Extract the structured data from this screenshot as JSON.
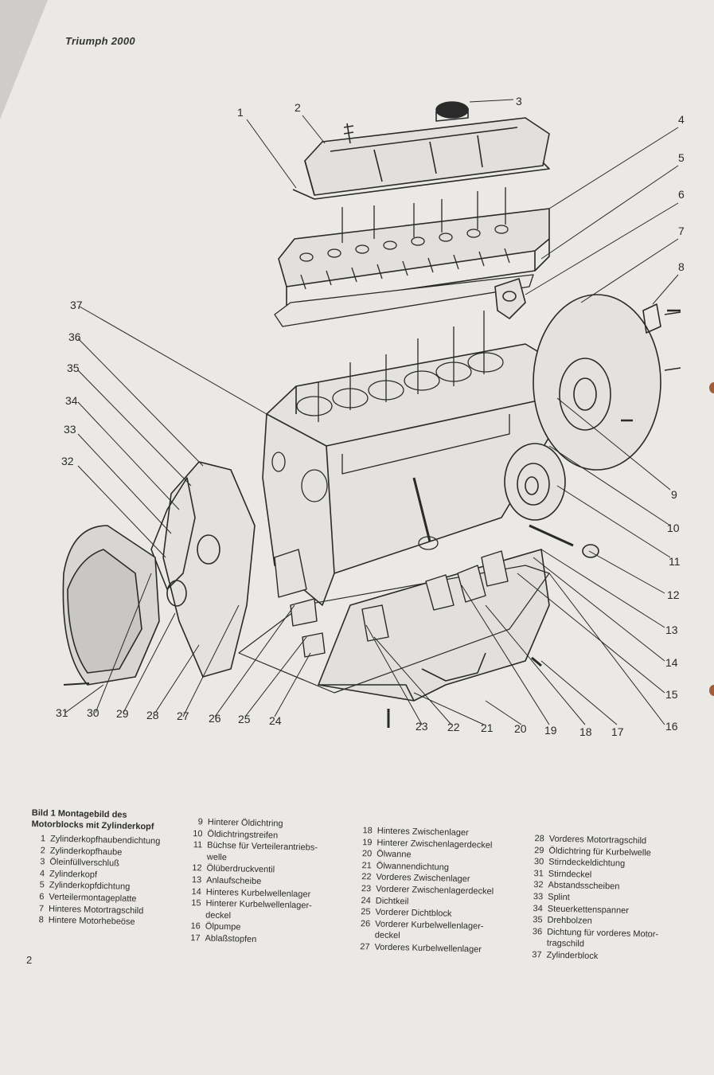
{
  "header": {
    "title": "Triumph 2000"
  },
  "page_number": "2",
  "caption": {
    "line1": "Bild 1   Montagebild des",
    "line2": "Motorblocks mit Zylinderkopf"
  },
  "callouts": [
    "1",
    "2",
    "3",
    "4",
    "5",
    "6",
    "7",
    "8",
    "9",
    "10",
    "11",
    "12",
    "13",
    "14",
    "15",
    "16",
    "17",
    "18",
    "19",
    "20",
    "21",
    "22",
    "23",
    "24",
    "25",
    "26",
    "27",
    "28",
    "29",
    "30",
    "31",
    "32",
    "33",
    "34",
    "35",
    "36",
    "37"
  ],
  "legend": {
    "col1": [
      {
        "n": "1",
        "t": "Zylinderkopfhaubendichtung"
      },
      {
        "n": "2",
        "t": "Zylinderkopfhaube"
      },
      {
        "n": "3",
        "t": "Öleinfüllverschluß"
      },
      {
        "n": "4",
        "t": "Zylinderkopf"
      },
      {
        "n": "5",
        "t": "Zylinderkopfdichtung"
      },
      {
        "n": "6",
        "t": "Verteilermontageplatte"
      },
      {
        "n": "7",
        "t": "Hinteres Motortragschild"
      },
      {
        "n": "8",
        "t": "Hintere Motorhebeöse"
      }
    ],
    "col2": [
      {
        "n": "9",
        "t": "Hinterer Öldichtring"
      },
      {
        "n": "10",
        "t": "Öldichtringstreifen"
      },
      {
        "n": "11",
        "t": "Büchse für Verteilerantriebs-"
      },
      {
        "n": "",
        "t": "welle"
      },
      {
        "n": "12",
        "t": "Ölüberdruckventil"
      },
      {
        "n": "13",
        "t": "Anlaufscheibe"
      },
      {
        "n": "14",
        "t": "Hinteres Kurbelwellenlager"
      },
      {
        "n": "15",
        "t": "Hinterer Kurbelwellenlager-"
      },
      {
        "n": "",
        "t": "deckel"
      },
      {
        "n": "16",
        "t": "Ölpumpe"
      },
      {
        "n": "17",
        "t": "Ablaßstopfen"
      }
    ],
    "col3": [
      {
        "n": "18",
        "t": "Hinteres Zwischenlager"
      },
      {
        "n": "19",
        "t": "Hinterer Zwischenlagerdeckel"
      },
      {
        "n": "20",
        "t": "Ölwanne"
      },
      {
        "n": "21",
        "t": "Ölwannendichtung"
      },
      {
        "n": "22",
        "t": "Vorderes Zwischenlager"
      },
      {
        "n": "23",
        "t": "Vorderer Zwischenlagerdeckel"
      },
      {
        "n": "24",
        "t": "Dichtkeil"
      },
      {
        "n": "25",
        "t": "Vorderer Dichtblock"
      },
      {
        "n": "26",
        "t": "Vorderer Kurbelwellenlager-"
      },
      {
        "n": "",
        "t": "deckel"
      },
      {
        "n": "27",
        "t": "Vorderes Kurbelwellenlager"
      }
    ],
    "col4": [
      {
        "n": "28",
        "t": "Vorderes Motortragschild"
      },
      {
        "n": "29",
        "t": "Öldichtring für Kurbelwelle"
      },
      {
        "n": "30",
        "t": "Stirndeckeldichtung"
      },
      {
        "n": "31",
        "t": "Stirndeckel"
      },
      {
        "n": "32",
        "t": "Abstandsscheiben"
      },
      {
        "n": "33",
        "t": "Splint"
      },
      {
        "n": "34",
        "t": "Steuerkettenspanner"
      },
      {
        "n": "35",
        "t": "Drehbolzen"
      },
      {
        "n": "36",
        "t": "Dichtung für vorderes Motor-"
      },
      {
        "n": "",
        "t": "tragschild"
      },
      {
        "n": "37",
        "t": "Zylinderblock"
      }
    ]
  }
}
